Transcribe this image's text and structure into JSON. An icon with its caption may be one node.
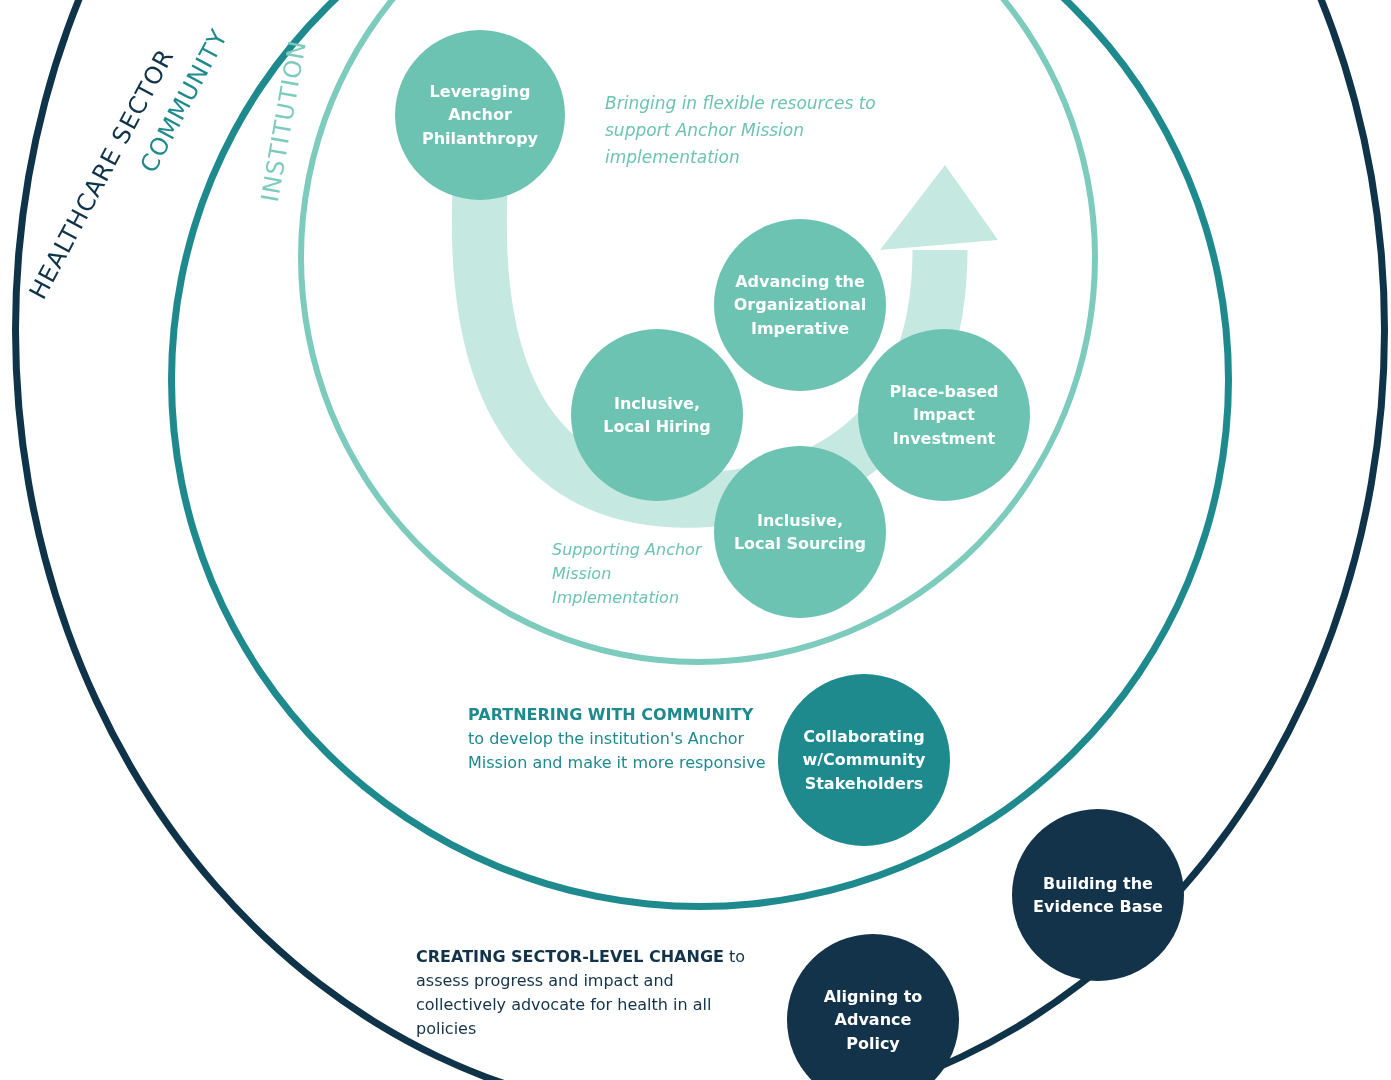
{
  "diagram": {
    "nodes": [
      {
        "text": [
          "HEALTHCARE SECTOR"
        ]
      },
      {
        "text": [
          "COMMUNITY"
        ],
        "in": 0
      },
      {
        "text": [
          "INSTITUTION"
        ],
        "in": 1
      },
      {
        "text": [
          "Leveraging Anchor Philanthropy"
        ],
        "in": 2,
        "beside": [
          "Bringing in flexible resources to support Anchor Mission implementation"
        ]
      },
      {
        "text": [
          "Advancing the Organizational Imperative"
        ],
        "in": 2
      },
      {
        "text": [
          "Inclusive, Local Hiring"
        ],
        "in": 2
      },
      {
        "text": [
          "Place-based Impact Investment"
        ],
        "in": 2
      },
      {
        "text": [
          "Inclusive, Local Sourcing"
        ],
        "in": 2
      },
      {
        "text": [
          "Collaborating w/Community Stakeholders"
        ],
        "in": 1
      },
      {
        "text": [
          "Building the Evidence Base"
        ],
        "in": 0
      },
      {
        "text": [
          "Aligning to Advance Policy"
        ],
        "in": 0
      }
    ],
    "labels": [
      "Supporting Anchor Mission Implementation",
      "**PARTNERING WITH COMMUNITY** to develop the institution's Anchor Mission and make it more responsive",
      "**CREATING SECTOR-LEVEL CHANGE** to assess progress and impact and collectively advocate for health in all policies"
    ]
  }
}
